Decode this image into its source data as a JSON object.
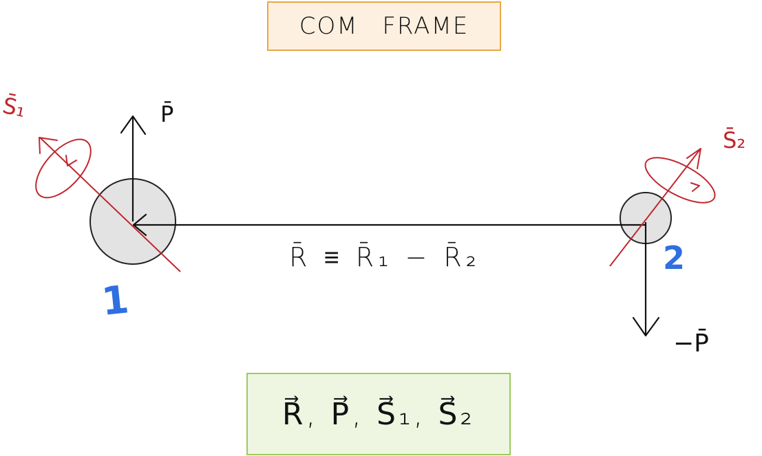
{
  "title": "COM FRAME",
  "equation": "R̄ ≡ R̄₁ − R̄₂",
  "particle_labels": {
    "one": "1",
    "two": "2"
  },
  "vector_labels": {
    "p": "P̄",
    "neg_p": "−P̄",
    "s1": "S̄₁",
    "s2": "S̄₂"
  },
  "variables": "R⃗, P⃗, S⃗₁, S⃗₂",
  "colors": {
    "title_box_fill": "#fdf0e0",
    "title_box_border": "#e9a640",
    "vars_box_fill": "#eef6e2",
    "vars_box_border": "#9bcb5c",
    "spin": "#c0262d",
    "particle_number": "#2f6fe0",
    "particle_fill": "#e3e3e3"
  }
}
